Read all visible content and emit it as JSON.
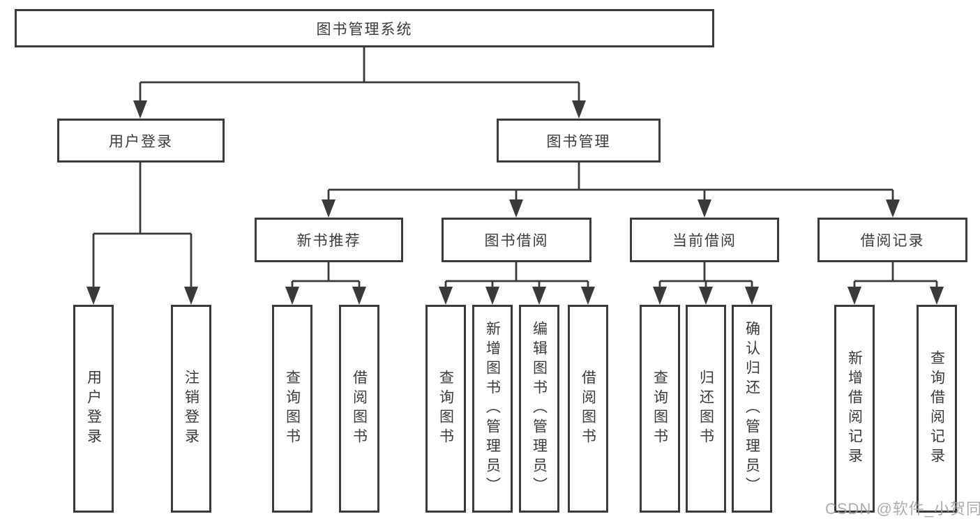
{
  "colors": {
    "line": "#3a3a3a",
    "text": "#3b3b3b",
    "box_bg": "#ffffff",
    "background": "#ffffff",
    "watermark": "#9e9e9e"
  },
  "nodes": {
    "root": {
      "label": "图书管理系统"
    },
    "user_login": {
      "label": "用户登录"
    },
    "book_management": {
      "label": "图书管理"
    },
    "new_book_recommend": {
      "label": "新书推荐"
    },
    "book_borrowing": {
      "label": "图书借阅"
    },
    "current_borrowing": {
      "label": "当前借阅"
    },
    "borrowing_records": {
      "label": "借阅记录"
    }
  },
  "leaves": {
    "user_login": {
      "label": "用户登录"
    },
    "logout": {
      "label": "注销登录"
    },
    "query_book_1": {
      "label": "查询图书"
    },
    "borrow_book_1": {
      "label": "借阅图书"
    },
    "query_book_2": {
      "label": "查询图书"
    },
    "add_book_admin": {
      "label": "新增图书（管理员）"
    },
    "edit_book_admin": {
      "label": "编辑图书（管理员）"
    },
    "borrow_book_2": {
      "label": "借阅图书"
    },
    "query_book_3": {
      "label": "查询图书"
    },
    "return_book": {
      "label": "归还图书"
    },
    "confirm_return_admin": {
      "label": "确认归还（管理员）"
    },
    "add_borrow_record": {
      "label": "新增借阅记录"
    },
    "query_borrow_record": {
      "label": "查询借阅记录"
    }
  },
  "watermark": {
    "text": "CSDN @软件_小贺同学"
  }
}
